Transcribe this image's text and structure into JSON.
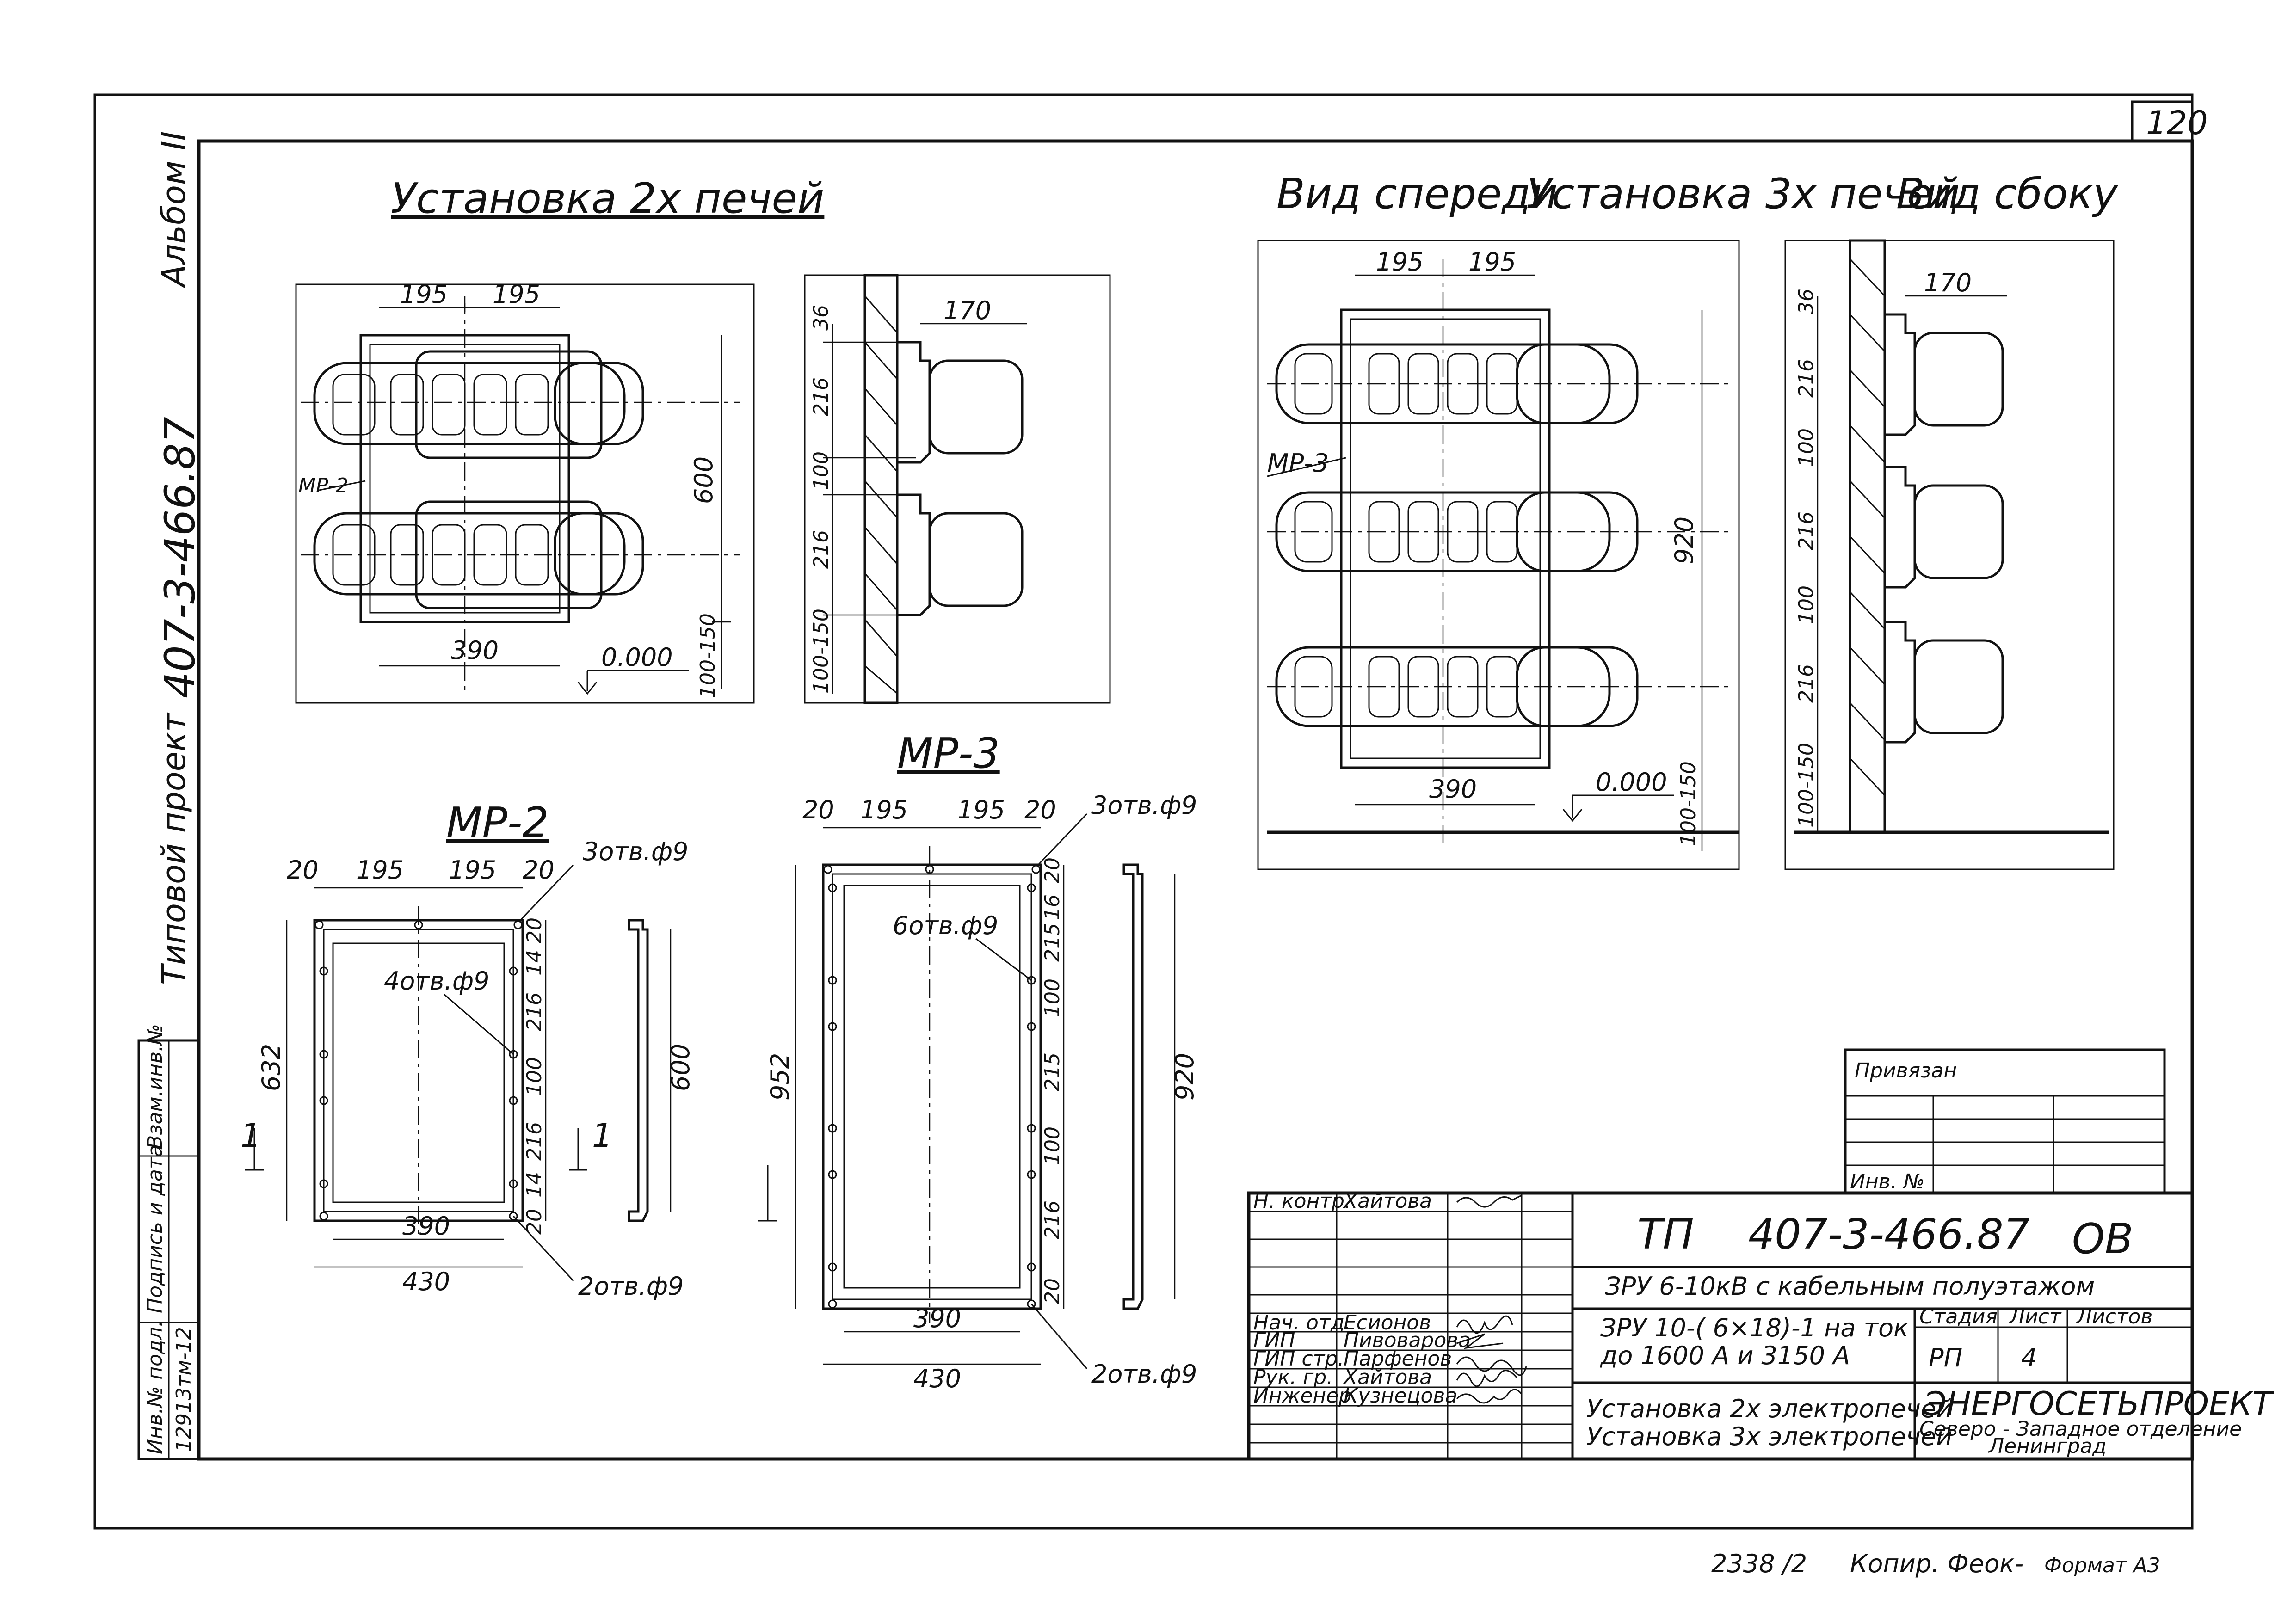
{
  "sheet": {
    "sheet_number": "120",
    "album": "Альбом II",
    "project_code_vertical": "407-3-466.87",
    "project_type": "Типовой проект",
    "footer": {
      "copy_label": "2338 /2",
      "copied_by": "Копир. Феок-",
      "format": "Формат А3"
    }
  },
  "side_stamp": {
    "labels": [
      "Инв.№ подл.",
      "Подпись и дата",
      "Взам.инв.№"
    ],
    "inventory_number": "12913тм-12"
  },
  "view_2_stoves": {
    "title": "Установка 2х печей",
    "front": {
      "dims": {
        "top_left": "195",
        "top_right": "195",
        "bottom": "390",
        "height": "600",
        "gap": "100-150",
        "level": "0.000"
      },
      "label": "МР-2"
    },
    "side": {
      "dims": [
        "36",
        "216",
        "100",
        "216",
        "100-150"
      ],
      "depth": "170"
    }
  },
  "view_3_stoves": {
    "title_front": "Вид спереди",
    "title": "Установка 3х печей",
    "title_side": "Вид сбоку",
    "front": {
      "dims": {
        "top_left": "195",
        "top_right": "195",
        "bottom": "390",
        "height": "920",
        "gap": "100-150",
        "level": "0.000"
      },
      "label": "МР-3"
    },
    "side": {
      "dims": [
        "36",
        "216",
        "100",
        "216",
        "100",
        "216",
        "100-150"
      ],
      "depth": "170"
    }
  },
  "mr2": {
    "title": "МР-2",
    "dims_top": [
      "20",
      "195",
      "195",
      "20"
    ],
    "holes_top": "3отв.ф9",
    "holes_side": "4отв.ф9",
    "holes_bottom": "2отв.ф9",
    "height": "632",
    "right_dims": [
      "20",
      "14",
      "216",
      "100",
      "216",
      "14",
      "20"
    ],
    "width_inner": "390",
    "width_outer": "430",
    "side_height": "600",
    "section_mark": "1"
  },
  "mr3": {
    "title": "МР-3",
    "dims_top": [
      "20",
      "195",
      "195",
      "20"
    ],
    "holes_top": "3отв.ф9",
    "holes_side": "6отв.ф9",
    "holes_bottom": "2отв.ф9",
    "height": "952",
    "right_dims": [
      "20",
      "16",
      "215",
      "100",
      "215",
      "100",
      "216",
      "20"
    ],
    "width_inner": "390",
    "width_outer": "430",
    "side_height": "920"
  },
  "title_block": {
    "bound_label": "Привязан",
    "inv_label": "Инв. №",
    "roles": [
      "Н. контр.",
      "Нач. отд.",
      "ГИП",
      "ГИП стр.",
      "Рук. гр.",
      "Инженер"
    ],
    "names": [
      "Хайтова",
      "Есионов",
      "Пивоварова",
      "Парфенов",
      "Хайтова",
      "Кузнецова"
    ],
    "designation_prefix": "ТП",
    "designation": "407-3-466.87",
    "section": "ОВ",
    "object_title": "ЗРУ 6-10кВ с кабельным полуэтажом",
    "subtitle_line1": "ЗРУ 10-( 6×18)-1 на ток",
    "subtitle_line2": "до 1600 А и 3150 А",
    "stage_header": "Стадия",
    "sheet_header": "Лист",
    "sheets_header": "Листов",
    "stage": "РП",
    "sheet": "4",
    "drawing_line1": "Установка 2х электропечей",
    "drawing_line2": "Установка 3х электропечей",
    "org_name": "ЭНЕРГОСЕТЬПРОЕКТ",
    "org_dept": "Северо - Западное отделение",
    "org_city": "Ленинград"
  }
}
